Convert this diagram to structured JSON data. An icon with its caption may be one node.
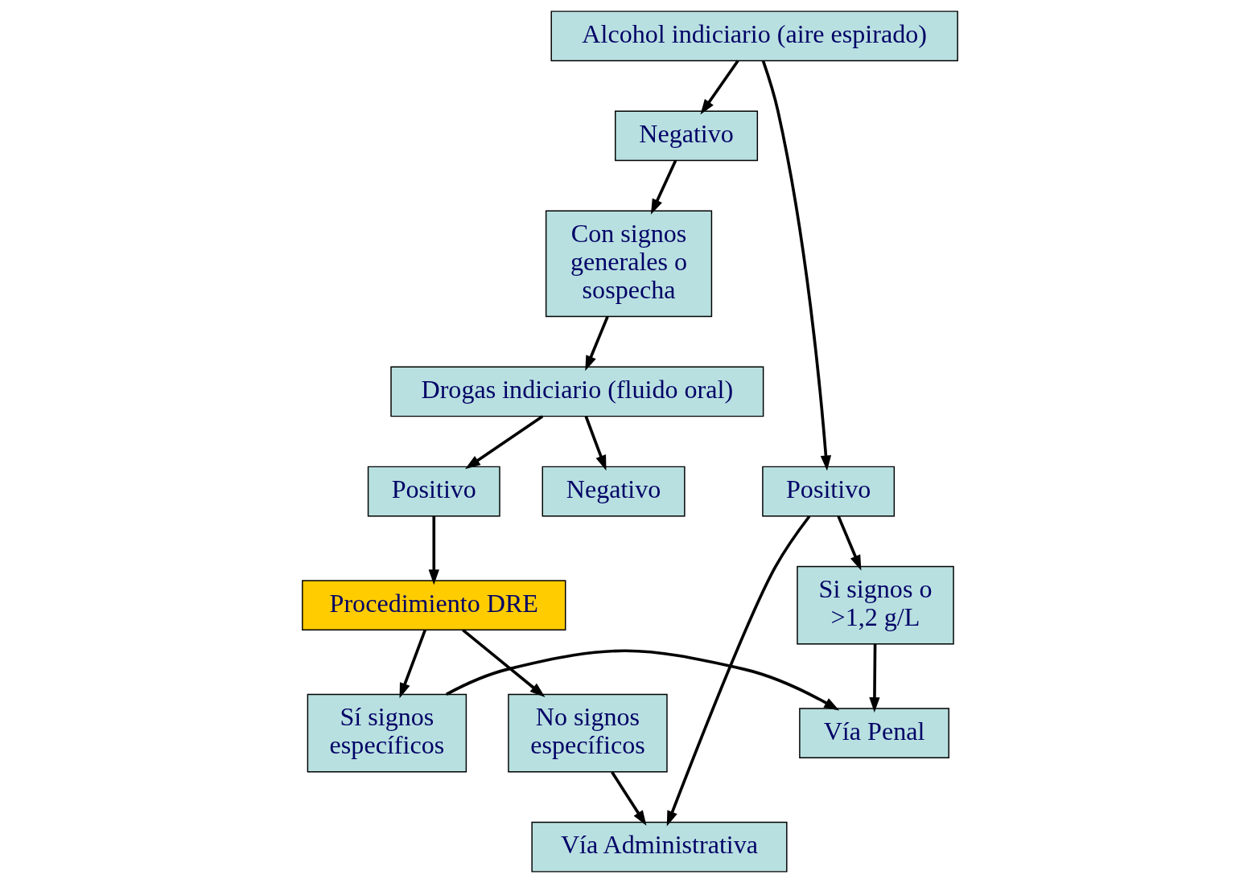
{
  "diagram": {
    "nodes": [
      {
        "text": [
          "Alcohol indiciario (aire espirado)"
        ]
      },
      {
        "text": [
          "Positivo"
        ]
      },
      {
        "text": [
          "Negativo"
        ]
      },
      {
        "text": [
          "Si signos o >1,2 g/L"
        ]
      },
      {
        "text": [
          "Con signos generales o sospecha"
        ]
      },
      {
        "text": [
          "Drogas indiciario (fluido oral)"
        ]
      },
      {
        "text": [
          "Positivo"
        ]
      },
      {
        "text": [
          "Negativo"
        ]
      },
      {
        "text": [
          "Procedimiento DRE"
        ]
      },
      {
        "text": [
          "Vía Penal"
        ]
      },
      {
        "text": [
          "Sí signos específicos"
        ]
      },
      {
        "text": [
          "No signos específicos"
        ]
      },
      {
        "text": [
          "Vía Administrativa"
        ]
      }
    ],
    "edges": [
      {
        "from": 0,
        "to": 1,
        "arrow": "to"
      },
      {
        "from": 0,
        "to": 2,
        "arrow": "to"
      },
      {
        "from": 1,
        "to": 3,
        "arrow": "to"
      },
      {
        "from": 2,
        "to": 4,
        "arrow": "to"
      },
      {
        "from": 4,
        "to": 5,
        "arrow": "to"
      },
      {
        "from": 5,
        "to": 6,
        "arrow": "to"
      },
      {
        "from": 5,
        "to": 7,
        "arrow": "to"
      },
      {
        "from": 6,
        "to": 8,
        "arrow": "to"
      },
      {
        "from": 3,
        "to": 9,
        "arrow": "to"
      },
      {
        "from": 8,
        "to": 10,
        "arrow": "to"
      },
      {
        "from": 8,
        "to": 11,
        "arrow": "to"
      },
      {
        "from": 10,
        "to": 9,
        "arrow": "to"
      },
      {
        "from": 1,
        "to": 12,
        "arrow": "to"
      },
      {
        "from": 11,
        "to": 12,
        "arrow": "to"
      }
    ]
  }
}
